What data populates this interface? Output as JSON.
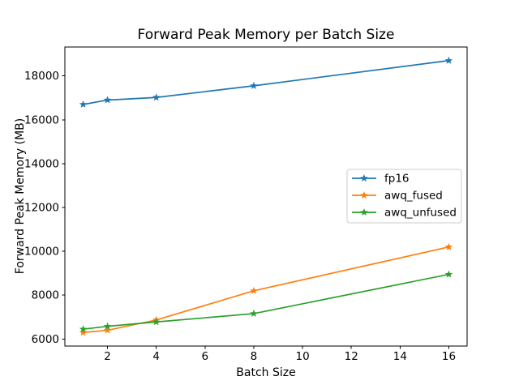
{
  "chart_data": {
    "type": "line",
    "title": "Forward Peak Memory per Batch Size",
    "xlabel": "Batch Size",
    "ylabel": "Forward Peak Memory (MB)",
    "x": [
      1,
      2,
      4,
      8,
      16
    ],
    "series": [
      {
        "name": "fp16",
        "color": "#1f77b4",
        "marker": "star",
        "values": [
          16700,
          16900,
          17020,
          17550,
          18700
        ]
      },
      {
        "name": "awq_fused",
        "color": "#ff7f0e",
        "marker": "star",
        "values": [
          6300,
          6400,
          6870,
          8200,
          10200
        ]
      },
      {
        "name": "awq_unfused",
        "color": "#2ca02c",
        "marker": "star",
        "values": [
          6450,
          6580,
          6780,
          7160,
          8950
        ]
      }
    ],
    "xlim": [
      0.25,
      16.75
    ],
    "ylim": [
      5680,
      19320
    ],
    "xticks": [
      2,
      4,
      6,
      8,
      10,
      12,
      14,
      16
    ],
    "yticks": [
      6000,
      8000,
      10000,
      12000,
      14000,
      16000,
      18000
    ],
    "grid": false,
    "legend": {
      "labels": [
        "fp16",
        "awq_fused",
        "awq_unfused"
      ],
      "position": "center-right",
      "border_color": "#cccccc",
      "background": "#ffffff"
    },
    "colors": {
      "spine": "#000000",
      "text": "#000000",
      "background": "#ffffff"
    }
  }
}
